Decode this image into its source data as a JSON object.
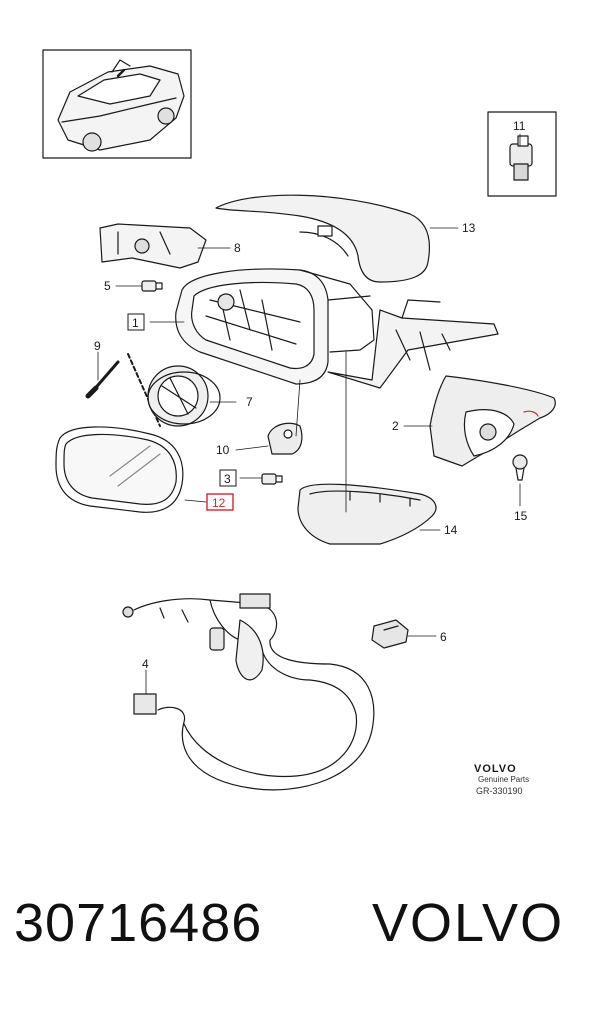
{
  "diagram": {
    "callouts": {
      "c1": "1",
      "c2": "2",
      "c3": "3",
      "c4": "4",
      "c5": "5",
      "c6": "6",
      "c7": "7",
      "c8": "8",
      "c9": "9",
      "c10": "10",
      "c11": "11",
      "c12": "12",
      "c13": "13",
      "c14": "14",
      "c15": "15"
    },
    "highlighted_callout": "12",
    "brand_logo": "VOLVO",
    "brand_sub": "Genuine Parts",
    "figure_code": "GR-330190",
    "highlight_color": "#d9232d"
  },
  "footer": {
    "part_number": "30716486",
    "brand": "VOLVO"
  }
}
